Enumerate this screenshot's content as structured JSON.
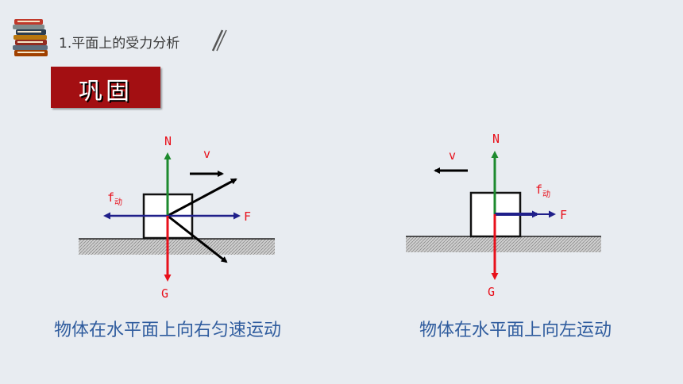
{
  "header": {
    "title": "1.平面上的受力分析"
  },
  "badge": {
    "text": "巩固"
  },
  "diagrams": [
    {
      "labels": {
        "N": "N",
        "v": "v",
        "f": "f",
        "f_sub": "动",
        "F": "F",
        "G": "G"
      },
      "caption": "物体在水平面上向右匀速运动"
    },
    {
      "labels": {
        "N": "N",
        "v": "v",
        "f": "f",
        "f_sub": "动",
        "F": "F",
        "G": "G"
      },
      "caption": "物体在水平面上向左运动"
    }
  ],
  "colors": {
    "accent_red": "#a30f12",
    "caption_blue": "#2f5c9e",
    "label_red": "#e8111c",
    "normal_green": "#1d8a2e",
    "friction_navy": "#1f1f8a",
    "gravity_red": "#e8111c"
  },
  "icons": [
    "books-icon",
    "slash-icon"
  ]
}
